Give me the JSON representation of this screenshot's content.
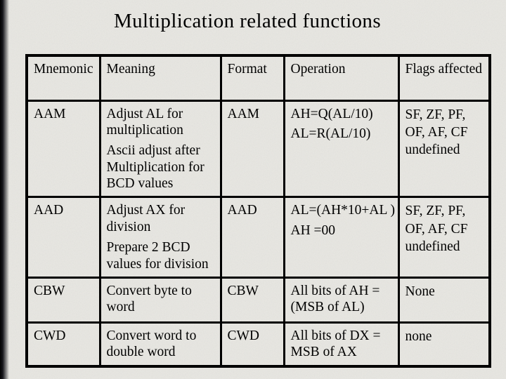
{
  "colors": {
    "background": "#e8e7e2",
    "text": "#000000",
    "table_border": "#000000",
    "left_edge": "#000000"
  },
  "slide": {
    "title": "Multiplication related functions"
  },
  "table": {
    "headers": [
      "Mnemonic",
      "Meaning",
      "Format",
      "Operation",
      "Flags affected"
    ],
    "rows": [
      {
        "mnemonic": "AAM",
        "meaning": [
          "Adjust AL for multiplication",
          "Ascii adjust after Multiplication for BCD values"
        ],
        "format": "AAM",
        "operation": [
          "AH=Q(AL/10)",
          "AL=R(AL/10)"
        ],
        "flags": "SF, ZF, PF, OF, AF, CF undefined"
      },
      {
        "mnemonic": "AAD",
        "meaning": [
          "Adjust AX for division",
          "Prepare 2 BCD values for division"
        ],
        "format": "AAD",
        "operation": [
          "AL=(AH*10+AL )",
          "AH =00"
        ],
        "flags": "SF, ZF, PF, OF, AF, CF undefined"
      },
      {
        "mnemonic": "CBW",
        "meaning": [
          "Convert byte to word"
        ],
        "format": "CBW",
        "operation": [
          "All bits of AH = (MSB of AL)"
        ],
        "flags": "None"
      },
      {
        "mnemonic": "CWD",
        "meaning": [
          "Convert word to double word"
        ],
        "format": "CWD",
        "operation": [
          "All bits of DX = MSB of AX"
        ],
        "flags": "none"
      }
    ]
  }
}
